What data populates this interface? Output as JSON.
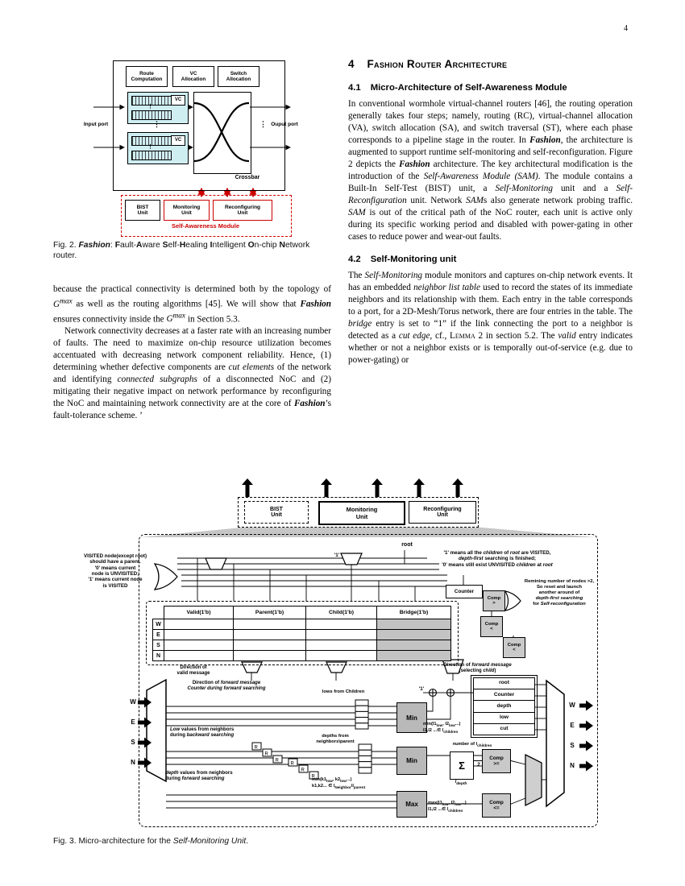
{
  "page": {
    "number": "4"
  },
  "colors": {
    "sam_red": "#cc0000",
    "vc_cyan": "#cfeef2",
    "diagram_gray": "#c3c3c3"
  },
  "left_column": {
    "para1_html": "because the practical connectivity is determined both by the topology of <i>G<sup>max</sup></i> as well as the routing algorithms [45]. We will show that <b><i>Fashion</i></b> ensures connectivity inside the <i>G<sup>max</sup></i> in Section 5.3.",
    "para2_html": "Network connectivity decreases at a faster rate with an increasing number of faults. The need to maximize on-chip resource utilization becomes accentuated with decreasing network component reliability. Hence, (1) determining whether defective components are <i>cut elements</i> of the network and identifying <i>connected subgraphs</i> of a disconnected NoC and (2) mitigating their negative impact on network performance by reconfiguring the NoC and maintaining network connectivity are at the core of <b><i>Fashion</i></b>’s fault-tolerance scheme. ’"
  },
  "section4": {
    "number": "4",
    "title": "Fashion Router Architecture",
    "s41_number": "4.1",
    "s41_title": "Micro-Architecture of Self-Awareness Module",
    "s41_body_html": "In conventional wormhole virtual-channel routers [46], the routing operation generally takes four steps; namely, routing (RC), virtual-channel allocation (VA), switch allocation (SA), and switch traversal (ST), where each phase corresponds to a pipeline stage in the router. In <b><i>Fashion</i></b>, the architecture is augmented to support runtime self-monitoring and self-reconfiguration. Figure 2 depicts the <b><i>Fashion</i></b> architecture. The key architectural modification is the introduction of the <i>Self-Awareness Module (SAM)</i>. The module contains a Built-In Self-Test (BIST) unit, a <i>Self-Monitoring</i> unit and a <i>Self-Reconfiguration</i> unit. Network <i>SAM</i>s also generate network probing traffic. <i>SAM</i> is out of the critical path of the NoC router, each unit is active only during its specific working period and disabled with power-gating in other cases to reduce power and wear-out faults.",
    "s42_number": "4.2",
    "s42_title": "Self-Monitoring unit",
    "s42_body_html": "The <i>Self-Monitoring</i> module monitors and captures on-chip network events. It has an embedded <i>neighbor list table</i> used to record the states of its immediate neighbors and its relationship with them. Each entry in the table corresponds to a port, for a 2D-Mesh/Torus network, there are four entries in the table. The <i>bridge</i> entry is set to “1” if the link connecting the port to a neighbor is detected as a <i>cut edge</i>, cf., <span class=\"smallcaps\">Lemma</span> 2 in section 5.2. The <i>valid</i> entry indicates whether or not a neighbor exists or is temporally out-of-service (e.g. due to power-gating) or"
  },
  "fig2": {
    "pipeline1": "Route\nComputation",
    "pipeline2": "VC\nAllocation",
    "pipeline3": "Switch\nAllocation",
    "input_port": "Input port",
    "output_port": "Ouput port",
    "vc_label": "VC",
    "dots": "⋮",
    "crossbar": "Crossbar",
    "bist": "BIST\nUnit",
    "monitoring": "Monitoring\nUnit",
    "reconfiguring": "Reconfiguring\nUnit",
    "sam_title": "Self-Awareness Module",
    "caption_html": "Fig. 2.  <b><i>Fashion</i></b>: <b>F</b>ault-<b>A</b>ware <b>S</b>elf-<b>H</b>ealing <b>I</b>ntelligent <b>O</b>n-chip <b>N</b>etwork router."
  },
  "fig3": {
    "bist": "BIST\nUnit",
    "monitoring": "Monitoring\nUnit",
    "reconfiguring": "Reconfiguring\nUnit",
    "root_label": "root",
    "visited_note": "VISITED node(except root)\nshould have a parent.\n'0' means current\nnode is UNVISITED;\n'1' means current node\nis VISITED",
    "root_note_html": "'1' means all the <i>children</i> of <i>root</i> are VISITED,<br><i>depth-first</i> searching is finished;<br>'0' means still exist UNVISITED <i>children</i> at <i>root</i>",
    "reset_note_html": "Remining number of nodes &gt;2,<br>So reset and launch<br>another around of<br><i>depth-first searching</i><br>for <i>Self-reconfiguration</i>",
    "counter": "Counter",
    "comp_gt": "Comp\n>",
    "comp_lt1": "Comp\n<",
    "comp_lt2": "Comp\n<",
    "table_headers": [
      "Valid(1'b)",
      "Parent(1'b)",
      "Child(1'b)",
      "Bridge(1'b)"
    ],
    "table_rows": [
      "W",
      "E",
      "S",
      "N"
    ],
    "dir_valid": "Direction of\nvalid message",
    "dir_forward_html": "Direction of <i>forward message</i><br><i>Counter during forward searching</i>",
    "dir_forward_child_html": "Direction of <i>forward message</i><br>(selecting <i>child</i>)",
    "low_values_html": "<i>Low</i> values from neighbors<br>during <i>backward searching</i>",
    "depth_values_html": "<i>depth</i> values from neighbors<br>during <i>forward searching</i>",
    "lows_children": "lows from Children",
    "depths_neighbors_html": "depths from<br>neighbors\\parent",
    "min1": "Min",
    "min2": "Min",
    "max1": "Max",
    "min_expr_html": "min(l1<sub>low</sub>, l2<sub>low</sub>...)<br>l1,l2 ...∈ l<sub>children</sub>",
    "mink_expr_html": "min(k1<sub>low</sub>, k2<sub>low</sub>...)<br>k1,k2... ∈ l<sub>Neighbor</sub>\\l<sub>parent</sub>",
    "max_expr_html": "max(l1<sub>low</sub>, l2<sub>low</sub>...)<br>l1,l2 ...∈ l<sub>children</sub>",
    "registers": [
      "root",
      "Counter",
      "depth",
      "low",
      "cut"
    ],
    "number_label_html": "number of l<sub>children</sub>",
    "sigma": "Σ",
    "divisor": "2",
    "comp_ge": "Comp\n>=",
    "comp_le": "Comp\n<=",
    "ldepth_html": "l<sub>depth</sub>",
    "one1": "'1'",
    "one2": "'1'",
    "reg_r": "R",
    "ports_left": [
      "W",
      "E",
      "S",
      "N"
    ],
    "ports_right": [
      "W",
      "E",
      "S",
      "N"
    ],
    "caption_html": "Fig. 3.  Micro-architecture for the <i>Self-Monitoring Unit</i>."
  }
}
